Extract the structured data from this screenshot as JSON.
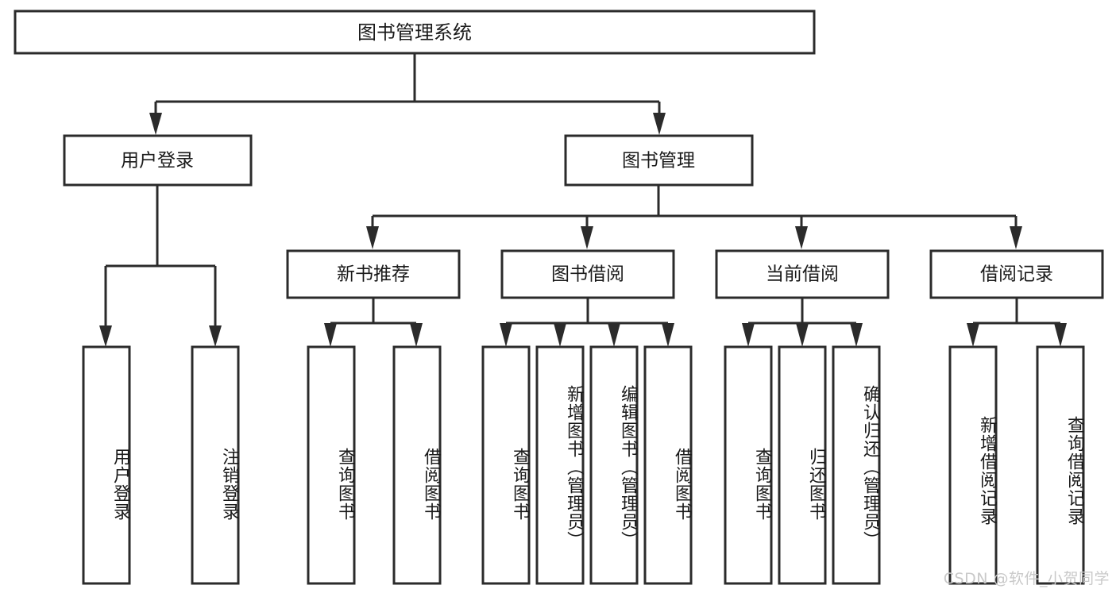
{
  "diagram": {
    "type": "tree-hierarchy",
    "title": "图书管理系统",
    "root": {
      "label": "图书管理系统",
      "children": [
        {
          "label": "用户登录",
          "children": [
            {
              "label": "用户登录"
            },
            {
              "label": "注销登录"
            }
          ]
        },
        {
          "label": "图书管理",
          "children": [
            {
              "label": "新书推荐",
              "children": [
                {
                  "label": "查询图书"
                },
                {
                  "label": "借阅图书"
                }
              ]
            },
            {
              "label": "图书借阅",
              "children": [
                {
                  "label": "查询图书"
                },
                {
                  "label": "新增图书（管理员）"
                },
                {
                  "label": "编辑图书（管理员）"
                },
                {
                  "label": "借阅图书"
                }
              ]
            },
            {
              "label": "当前借阅",
              "children": [
                {
                  "label": "查询图书"
                },
                {
                  "label": "归还图书"
                },
                {
                  "label": "确认归还（管理员）"
                }
              ]
            },
            {
              "label": "借阅记录",
              "children": [
                {
                  "label": "新增借阅记录"
                },
                {
                  "label": "查询借阅记录"
                }
              ]
            }
          ]
        }
      ]
    },
    "nodes": {
      "root": {
        "label": "图书管理系统"
      },
      "level2": [
        {
          "label": "用户登录"
        },
        {
          "label": "图书管理"
        }
      ],
      "level3": [
        {
          "label": "新书推荐"
        },
        {
          "label": "图书借阅"
        },
        {
          "label": "当前借阅"
        },
        {
          "label": "借阅记录"
        }
      ],
      "leaves": [
        {
          "label": "用户登录"
        },
        {
          "label": "注销登录"
        },
        {
          "label": "查询图书"
        },
        {
          "label": "借阅图书"
        },
        {
          "label": "查询图书"
        },
        {
          "label": "新增图书（管理员）"
        },
        {
          "label": "编辑图书（管理员）"
        },
        {
          "label": "借阅图书"
        },
        {
          "label": "查询图书"
        },
        {
          "label": "归还图书"
        },
        {
          "label": "确认归还（管理员）"
        },
        {
          "label": "新增借阅记录"
        },
        {
          "label": "查询借阅记录"
        }
      ]
    },
    "colors": {
      "stroke": "#2b2b2b",
      "fill": "#ffffff",
      "text": "#1a1a1a",
      "background": "#ffffff",
      "watermark": "#c9c9c9"
    }
  },
  "watermark": {
    "text": "CSDN @软件_小贺同学"
  }
}
